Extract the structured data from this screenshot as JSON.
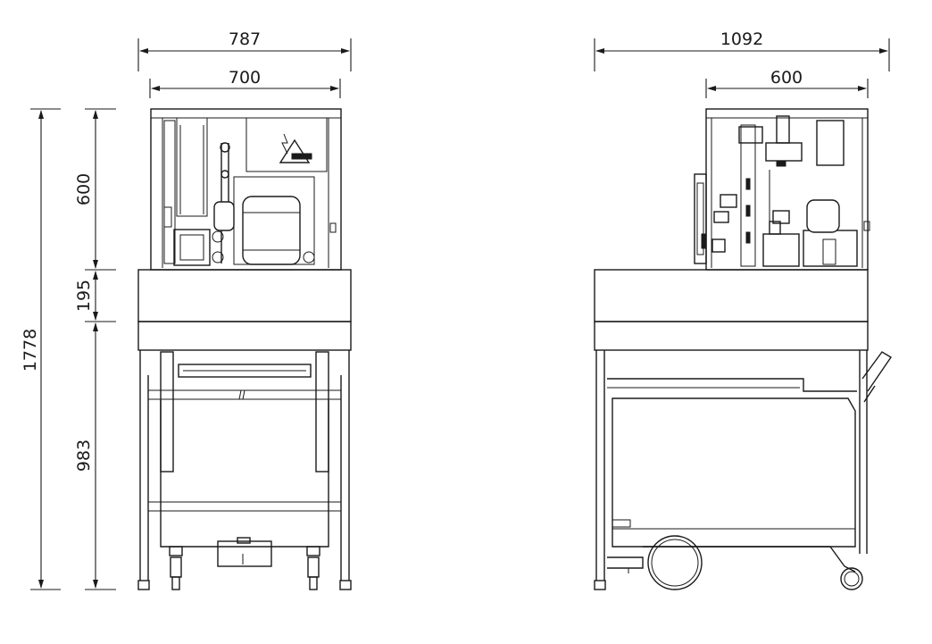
{
  "front_view": {
    "dimensions": {
      "overall_width": "787",
      "inner_width": "700",
      "overall_height": "1778",
      "top_unit_height": "600",
      "middle_height": "195",
      "base_height": "983"
    }
  },
  "side_view": {
    "dimensions": {
      "overall_depth": "1092",
      "top_unit_depth": "600"
    }
  }
}
